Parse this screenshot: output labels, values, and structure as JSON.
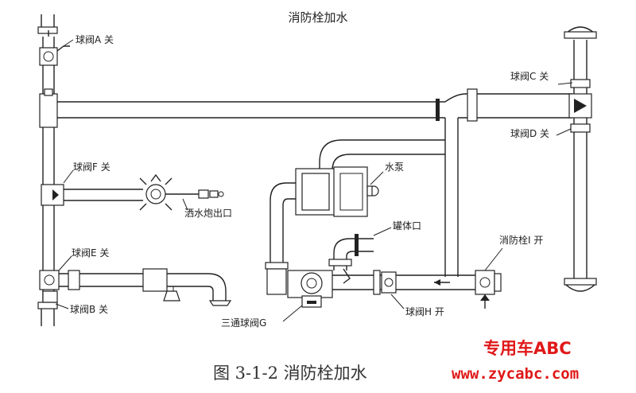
{
  "title": "消防栓加水",
  "caption": "图 3-1-2  消防栓加水",
  "watermark": {
    "brand": "专用车ABC",
    "url": "www.zycabc.com",
    "color": "#e01818"
  },
  "labels": {
    "valve_a": "球阀A 关",
    "valve_b": "球阀B 关",
    "valve_c": "球阀C 关",
    "valve_d": "球阀D 关",
    "valve_e": "球阀E 关",
    "valve_f": "球阀F 关",
    "valve_g": "三通球阀G",
    "valve_h": "球阀H 开",
    "hydrant_i": "消防栓I 开",
    "pump": "水泵",
    "tank_port": "罐体口",
    "sprinkler_outlet": "洒水炮出口"
  }
}
